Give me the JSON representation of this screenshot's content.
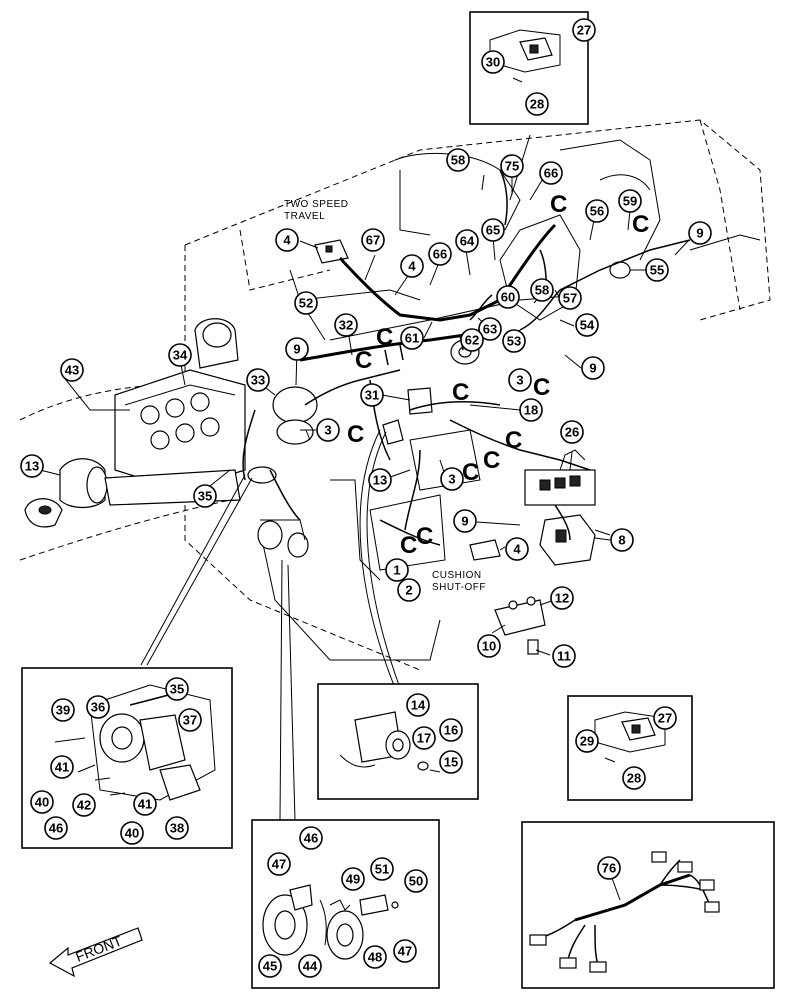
{
  "labels": {
    "two_speed_travel_1": "TWO SPEED",
    "two_speed_travel_2": "TRAVEL",
    "cushion_shutoff_1": "CUSHION",
    "cushion_shutoff_2": "SHUT-OFF",
    "front": "FRONT"
  },
  "c_mark": "C",
  "callouts": {
    "c27a": "27",
    "c30": "30",
    "c28a": "28",
    "c58a": "58",
    "c75": "75",
    "c66a": "66",
    "c56": "56",
    "c59": "59",
    "c9a": "9",
    "c4a": "4",
    "c67": "67",
    "c66b": "66",
    "c64": "64",
    "c65": "65",
    "c55": "55",
    "c4b": "4",
    "c60": "60",
    "c58b": "58",
    "c57": "57",
    "c52": "52",
    "c32": "32",
    "c61": "61",
    "c63": "63",
    "c54": "54",
    "c9b": "9",
    "c62": "62",
    "c53": "53",
    "c9c": "9",
    "c43": "43",
    "c34": "34",
    "c33": "33",
    "c3a": "3",
    "c31": "31",
    "c18": "18",
    "c3b": "3",
    "c26": "26",
    "c13a": "13",
    "c13b": "13",
    "c35": "35",
    "c3c": "3",
    "c9d": "9",
    "c8": "8",
    "c4c": "4",
    "c1": "1",
    "c2": "2",
    "c12": "12",
    "c10": "10",
    "c11": "11",
    "c35b": "35",
    "c39": "39",
    "c36": "36",
    "c37": "37",
    "c41a": "41",
    "c42": "42",
    "c40a": "40",
    "c46a": "46",
    "c40b": "40",
    "c41b": "41",
    "c38": "38",
    "c14": "14",
    "c16": "16",
    "c17": "17",
    "c15": "15",
    "c27b": "27",
    "c29": "29",
    "c28b": "28",
    "c46b": "46",
    "c47a": "47",
    "c51": "51",
    "c50": "50",
    "c49": "49",
    "c47b": "47",
    "c48": "48",
    "c45": "45",
    "c44": "44",
    "c76": "76"
  }
}
